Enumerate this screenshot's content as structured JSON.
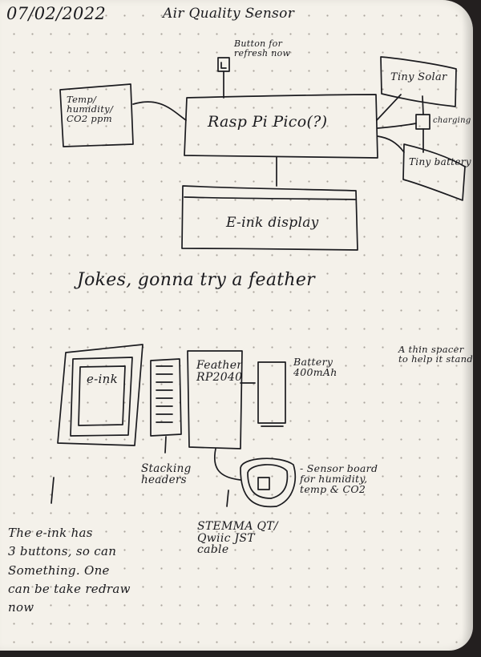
{
  "header": {
    "date": "07/02/2022",
    "title": "Air Quality Sensor"
  },
  "diagram1": {
    "button_note": "Button for\nrefresh now",
    "sensor_box": "Temp/\nhumidity/\nCO2 ppm",
    "pico_box": "Rasp Pi Pico(?)",
    "solar_box": "Tiny Solar",
    "charging_label": "charging",
    "battery_box": "Tiny battery",
    "display_box": "E-ink display"
  },
  "mid_note": "Jokes, gonna try a feather",
  "diagram2": {
    "eink_label": "e-ink",
    "feather_label": "Feather\nRP2040",
    "battery_label": "Battery\n400mAh",
    "side_note": "A thin spacer\nto help it stand",
    "stacking_label": "Stacking\nheaders",
    "sensor_note": "- Sensor board\nfor humidity,\ntemp & CO2",
    "cable_label": "STEMMA QT/\nQwiic JST\ncable",
    "bottom_note": "The e-ink has\n3 buttons, so can\nSomething. One\ncan be take redraw\nnow"
  }
}
